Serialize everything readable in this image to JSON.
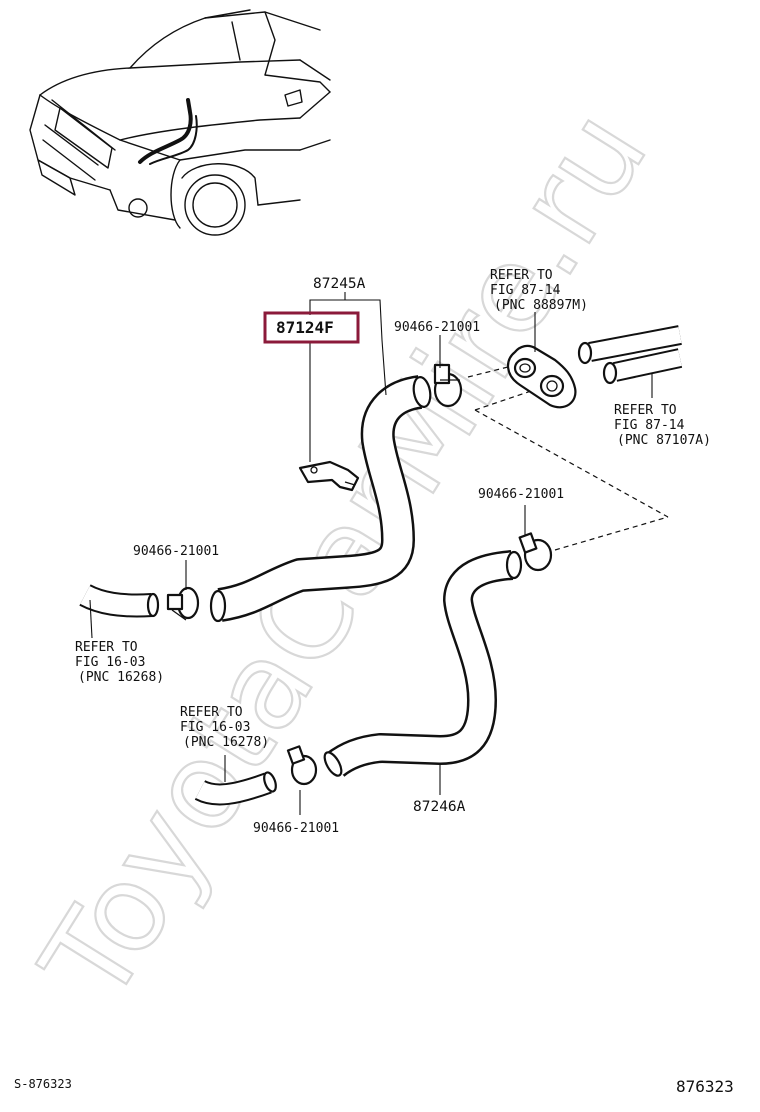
{
  "watermark": "ToyotaCarMire.ru",
  "highlighted_part": "87124F",
  "labels": {
    "hose_upper": "87245A",
    "hose_lower": "87246A",
    "clamp_1": "90466-21001",
    "clamp_2": "90466-21001",
    "clamp_3": "90466-21001",
    "clamp_4": "90466-21001"
  },
  "refs": {
    "top": {
      "line1": "REFER TO",
      "line2": "FIG 87-14",
      "line3": "(PNC 88897M)"
    },
    "right": {
      "line1": "REFER TO",
      "line2": "FIG 87-14",
      "line3": "(PNC 87107A)"
    },
    "left": {
      "line1": "REFER TO",
      "line2": "FIG 16-03",
      "line3": "(PNC 16268)"
    },
    "bottom": {
      "line1": "REFER TO",
      "line2": "FIG 16-03",
      "line3": "(PNC 16278)"
    }
  },
  "footer": {
    "left_code": "S-876323",
    "right_code": "876323"
  }
}
